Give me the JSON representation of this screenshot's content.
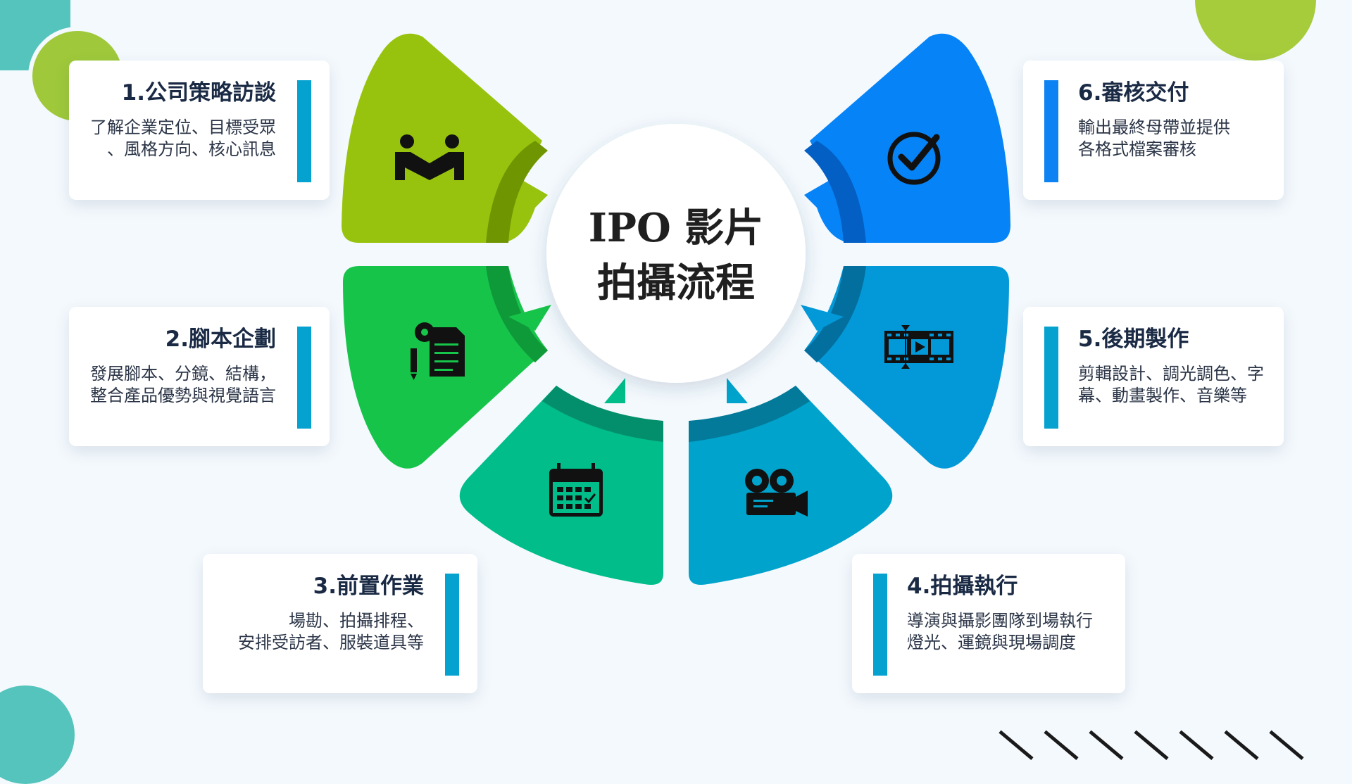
{
  "title": "IPO 影片\n拍攝流程",
  "colors": {
    "step1": "#97c30e",
    "step2": "#17c44a",
    "step3": "#00bd8a",
    "step4": "#00a3cc",
    "step5": "#0399d8",
    "step6": "#0583f7",
    "bar_teal": "#05a2cf",
    "bar_blue": "#0c82f3"
  },
  "steps": [
    {
      "title": "1.公司策略訪談",
      "desc": "了解企業定位、目標受眾\n、風格方向、核心訊息",
      "icon": "handshake-icon"
    },
    {
      "title": "2.腳本企劃",
      "desc": "發展腳本、分鏡、結構，\n整合產品優勢與視覺語言",
      "icon": "document-gear-icon"
    },
    {
      "title": "3.前置作業",
      "desc": "場勘、拍攝排程、\n安排受訪者、服裝道具等",
      "icon": "calendar-icon"
    },
    {
      "title": "4.拍攝執行",
      "desc": "導演與攝影團隊到場執行\n燈光、運鏡與現場調度",
      "icon": "video-camera-icon"
    },
    {
      "title": "5.後期製作",
      "desc": "剪輯設計、調光調色、字\n幕、動畫製作、音樂等",
      "icon": "film-strip-icon"
    },
    {
      "title": "6.審核交付",
      "desc": "輸出最終母帶並提供\n各格式檔案審核",
      "icon": "check-circle-icon"
    }
  ]
}
